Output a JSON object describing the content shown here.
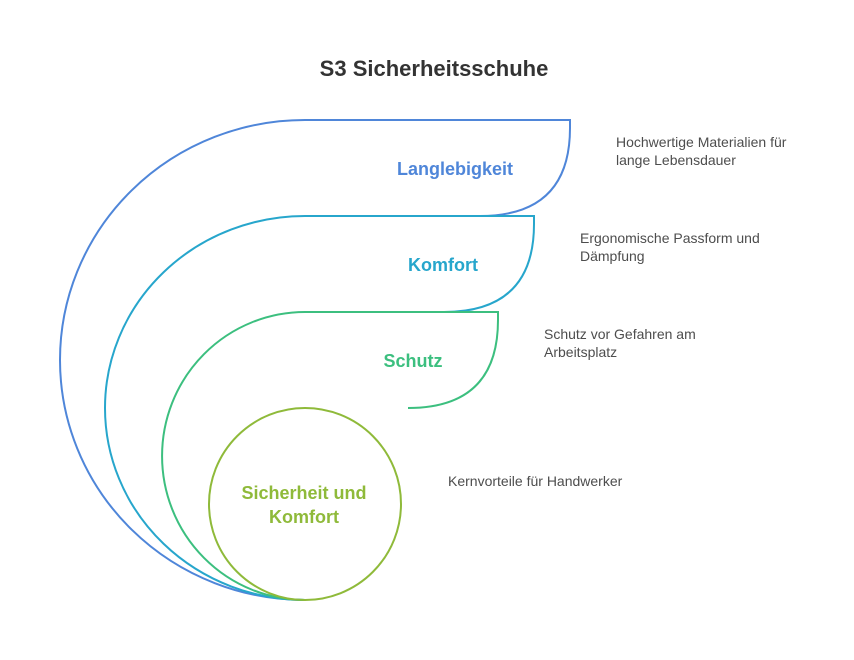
{
  "title": "S3 Sicherheitsschuhe",
  "layers": [
    {
      "label": "Langlebigkeit",
      "color": "#4f86d9",
      "description_lines": [
        "Hochwertige Materialien für",
        "lange Lebensdauer"
      ]
    },
    {
      "label": "Komfort",
      "color": "#27a6cc",
      "description_lines": [
        "Ergonomische Passform und",
        "Dämpfung"
      ]
    },
    {
      "label": "Schutz",
      "color": "#3cbf7f",
      "description_lines": [
        "Schutz vor Gefahren am",
        "Arbeitsplatz"
      ]
    },
    {
      "label_lines": [
        "Sicherheit und",
        "Komfort"
      ],
      "color": "#8fba3a",
      "description_lines": [
        "Kernvorteile für Handwerker"
      ]
    }
  ]
}
